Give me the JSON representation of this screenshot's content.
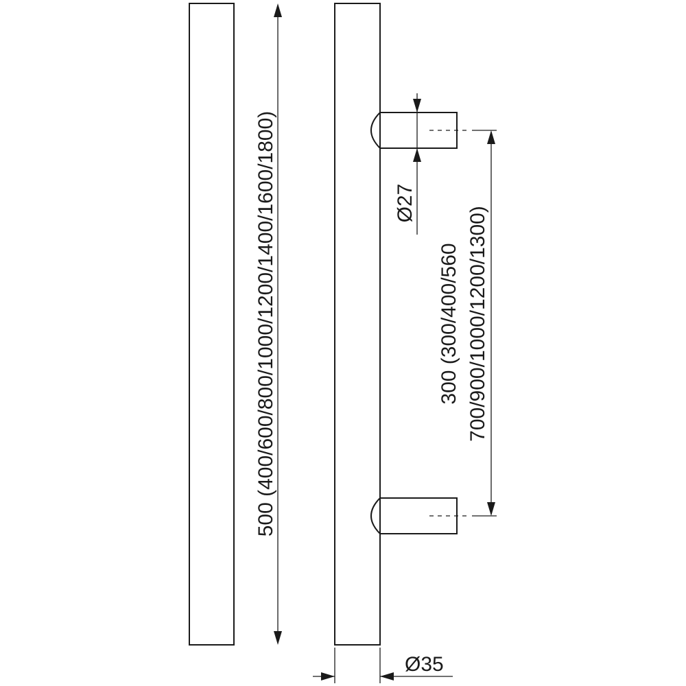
{
  "dimensions": {
    "overall_length": "500 (400/600/800/1000/1200/1400/1600/1800)",
    "center_distance_line1": "300 (300/400/560",
    "center_distance_line2": "700/900/1000/1200/1300)",
    "standoff_diameter": "Ø27",
    "bar_diameter": "Ø35"
  }
}
